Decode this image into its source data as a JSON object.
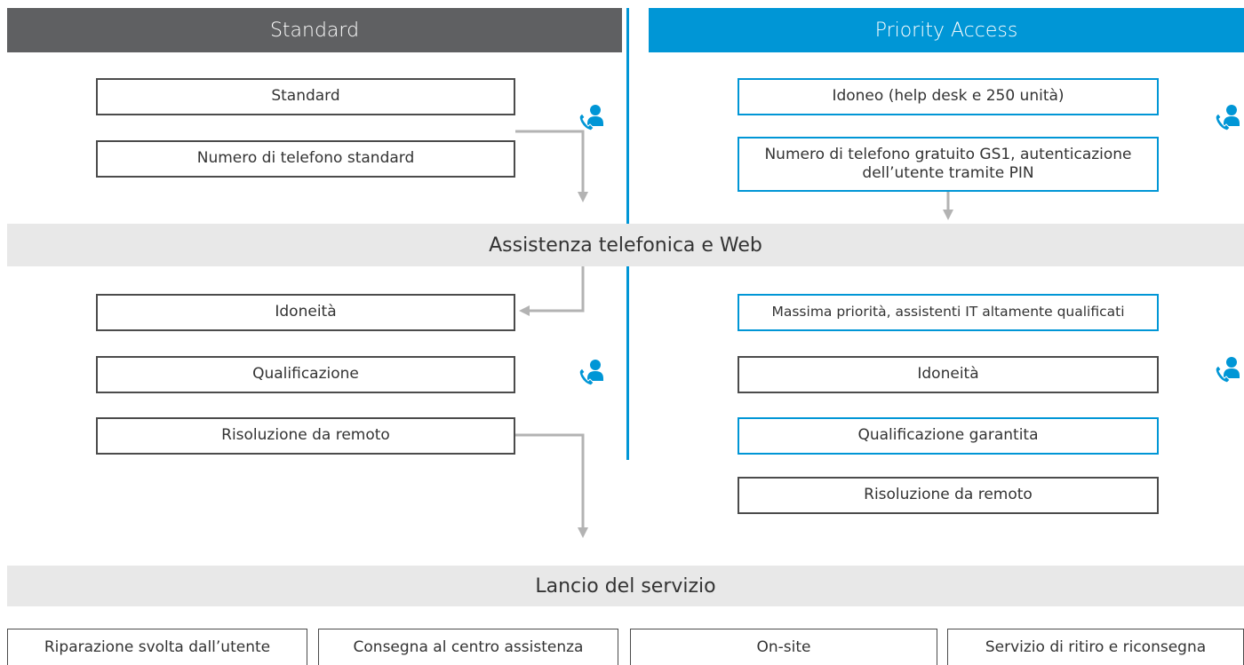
{
  "colors": {
    "dark_header": "#5f6062",
    "accent_blue": "#0096d6",
    "band_gray": "#e8e8e8",
    "arrow_gray": "#b3b3b3"
  },
  "headers": {
    "standard": "Standard",
    "priority": "Priority Access"
  },
  "standard": {
    "top_boxes": [
      "Standard",
      "Numero di telefono standard"
    ],
    "bottom_boxes": [
      "Idoneità",
      "Qualificazione",
      "Risoluzione da remoto"
    ]
  },
  "priority": {
    "top_boxes": [
      "Idoneo (help desk e 250 unità)",
      "Numero di telefono gratuito GS1, autenticazione dell’utente tramite PIN"
    ],
    "bottom_boxes": [
      "Massima priorità, assistenti IT altamente qualificati",
      "Idoneità",
      "Qualificazione garantita",
      "Risoluzione da remoto"
    ]
  },
  "bands": {
    "phone_web": "Assistenza telefonica e Web",
    "launch": "Lancio del servizio"
  },
  "service_options": [
    "Riparazione svolta dall’utente",
    "Consegna al centro assistenza",
    "On-site",
    "Servizio di ritiro e riconsegna"
  ],
  "icons": [
    "phone-support-icon"
  ]
}
